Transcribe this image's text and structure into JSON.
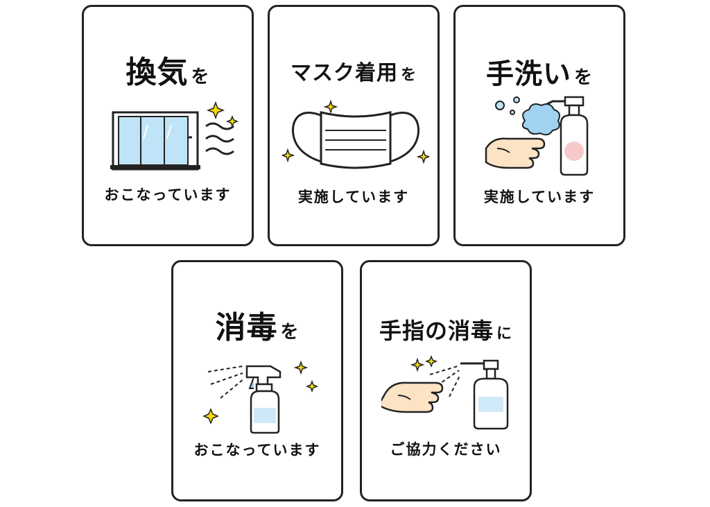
{
  "cards": [
    {
      "title_main": "換気",
      "title_particle": "を",
      "subtitle": "おこなっています",
      "icon": "window-with-breeze"
    },
    {
      "title_main": "マスク着用",
      "title_particle": "を",
      "subtitle": "実施しています",
      "icon": "face-mask"
    },
    {
      "title_main": "手洗い",
      "title_particle": "を",
      "subtitle": "実施しています",
      "icon": "hand-soap"
    },
    {
      "title_main": "消毒",
      "title_particle": "を",
      "subtitle": "おこなっています",
      "icon": "spray-bottle"
    },
    {
      "title_main": "手指の消毒",
      "title_particle": "に",
      "subtitle": "ご協力ください",
      "icon": "hand-sanitizer"
    }
  ],
  "colors": {
    "border": "#222222",
    "glass": "#bfe3f7",
    "sparkle": "#f5d90a",
    "skin": "#fbe3c4",
    "foam": "#9fd3f0",
    "soap_label": "#f8c9c9",
    "liquid": "#cfe9f9"
  }
}
